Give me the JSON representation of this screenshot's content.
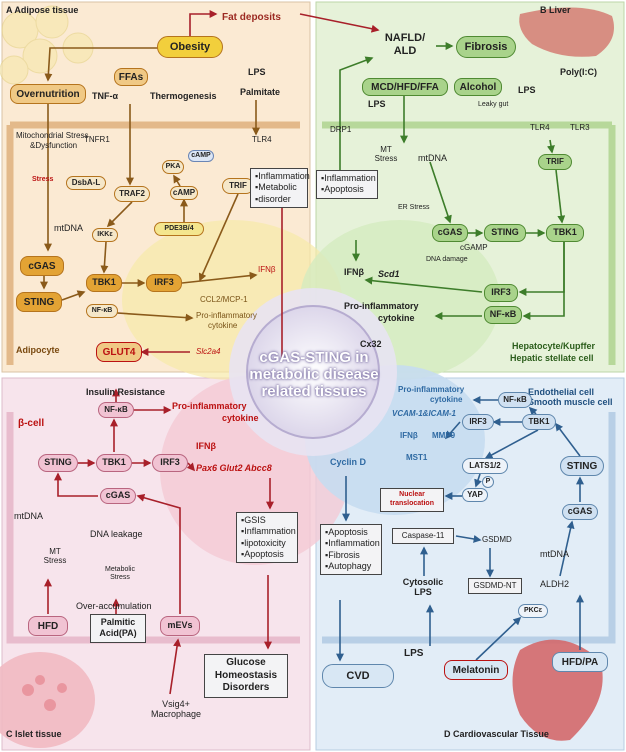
{
  "center": {
    "line1": "cGAS-STING in",
    "line2": "metabolic disease",
    "line3": "related tissues"
  },
  "panelA": {
    "title": "A  Adipose tissue",
    "obesity": "Obesity",
    "fat_deposits": "Fat deposits",
    "overnutrition": "Overnutrition",
    "ffas": "FFAs",
    "tnfa": "TNF-α",
    "thermogenesis": "Thermogenesis",
    "lps": "LPS",
    "palmitate": "Palmitate",
    "tnfr1": "TNFR1",
    "mito_stress_1": "Mitochondrial Stress",
    "mito_stress_2": "&Dysfunction",
    "stress": "Stress",
    "dsbal": "DsbA-L",
    "mtdna": "mtDNA",
    "cgas": "cGAS",
    "sting": "STING",
    "traf2": "TRAF2",
    "ikke": "IKKε",
    "tbk1": "TBK1",
    "irf3": "IRF3",
    "nfkb": "NF-κB",
    "pka": "PKA",
    "camp": "cAMP",
    "camp2": "cAMP",
    "pde": "PDE3B/4",
    "tlr4": "TLR4",
    "trif": "TRIF",
    "inflam_box": [
      "Inflammation",
      "Metabolic",
      "disorder"
    ],
    "ifnb": "IFNβ",
    "ccl2": "CCL2/MCP-1",
    "proinflam": "Pro-inflammatory",
    "cytokine": "cytokine",
    "slc2a4": "Slc2a4",
    "adipocyte": "Adipocyte",
    "glut4": "GLUT4"
  },
  "panelB": {
    "title": "B  Liver",
    "nafld": "NAFLD/",
    "ald": "ALD",
    "fibrosis": "Fibrosis",
    "mcd": "MCD/HFD/FFA",
    "alcohol": "Alcohol",
    "lps1": "LPS",
    "lps2": "LPS",
    "polyic": "Poly(I:C)",
    "leaky": "Leaky gut",
    "drp1": "DRP1",
    "tlr4": "TLR4",
    "tlr3": "TLR3",
    "mt_stress": [
      "MT",
      "Stress"
    ],
    "mtdna": "mtDNA",
    "trif": "TRIF",
    "inflam_box": [
      "Inflammation",
      "Apoptosis"
    ],
    "er_stress": "ER Stress",
    "cgas": "cGAS",
    "sting": "STING",
    "tbk1": "TBK1",
    "cgamp": "cGAMP",
    "dna_damage": "DNA damage",
    "ifnb": "IFNβ",
    "scd1": "Scd1",
    "irf3": "IRF3",
    "proinflam": "Pro-inflammatory",
    "cytokine": "cytokine",
    "nfkb": "NF-κB",
    "cx32": "Cx32",
    "cells1": "Hepatocyte/Kupffer",
    "cells2": "Hepatic stellate cell"
  },
  "panelC": {
    "title": "C  Islet tissue",
    "beta": "β-cell",
    "insulin_res": "Insulin Resistance",
    "nfkb": "NF-κB",
    "proinflam": "Pro-inflammatory",
    "cytokine": "cytokine",
    "sting": "STING",
    "tbk1": "TBK1",
    "irf3": "IRF3",
    "ifnb": "IFNβ",
    "genes": "Pax6 Glut2 Abcc8",
    "cgas": "cGAS",
    "mtdna": "mtDNA",
    "dna_leak": "DNA leakage",
    "mt_stress": [
      "MT",
      "Stress"
    ],
    "metabolic_stress": [
      "Metabolic",
      "Stress"
    ],
    "over_acc": "Over-accumulation",
    "hfd": "HFD",
    "pa": [
      "Palmitic",
      "Acid(PA)"
    ],
    "mevs": "mEVs",
    "vsig4": [
      "Vsig4+",
      "Macrophage"
    ],
    "gsis_box": [
      "GSIS",
      "Inflammation",
      "lipotoxicity",
      "Apoptosis"
    ],
    "disorders": [
      "Glucose",
      "Homeostasis",
      "Disorders"
    ]
  },
  "panelD": {
    "title": "D  Cardiovascular Tissue",
    "cell_types": [
      "Endothelial cell",
      "Smooth muscle cell"
    ],
    "proinflam": "Pro-inflammatory",
    "cytokine": "cytokine",
    "nfkb": "NF-κB",
    "vcam": "VCAM-1&ICAM-1",
    "irf3": "IRF3",
    "tbk1": "TBK1",
    "ifnb": "IFNβ",
    "mmp9": "MMP9",
    "mst1": "MST1",
    "cyclind": "Cyclin D",
    "lats": "LATS1/2",
    "sting": "STING",
    "yap": "YAP",
    "p": "P",
    "nuclear": [
      "Nuclear",
      "translocation"
    ],
    "cgas": "cGAS",
    "outcomes_box": [
      "Apoptosis",
      "Inflammation",
      "Fibrosis",
      "Autophagy"
    ],
    "caspase": "Caspase-11",
    "gsdmd": "GSDMD",
    "mtdna": "mtDNA",
    "cyto_lps": [
      "Cytosolic",
      "LPS"
    ],
    "gsdmd_nt": "GSDMD-NT",
    "aldh2": "ALDH2",
    "pkce": "PKCε",
    "lps": "LPS",
    "cvd": "CVD",
    "melatonin": "Melatonin",
    "hfdpa": "HFD/PA"
  },
  "colors": {
    "adipose_bg": "#fbe9d2",
    "liver_bg": "#e5f2d8",
    "islet_bg": "#f6e4ec",
    "cardio_bg": "#e1edf7",
    "accent_red": "#a8202a",
    "accent_green": "#3d7d2a",
    "accent_blue": "#2f6aa3",
    "accent_orange": "#b5561d"
  }
}
